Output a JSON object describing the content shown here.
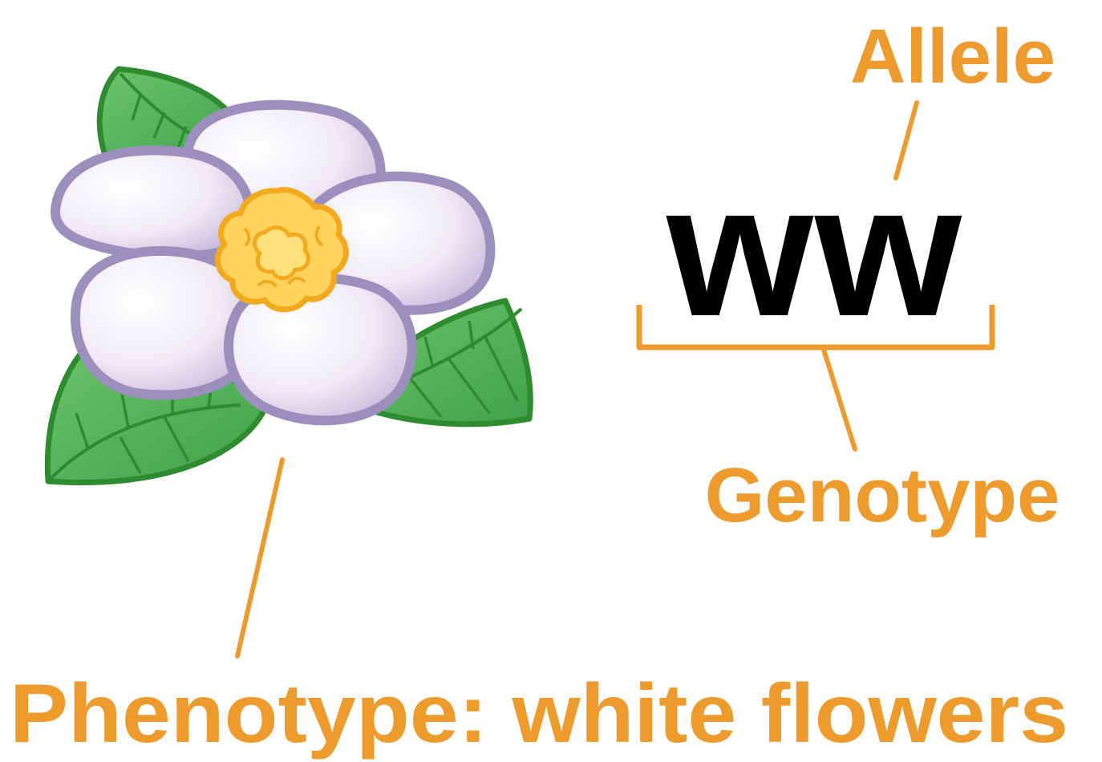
{
  "labels": {
    "allele": "Allele",
    "genotype_letters": "ww",
    "genotype": "Genotype",
    "phenotype": "Phenotype: white flowers"
  },
  "icons": {
    "flower": "white-flower-icon"
  },
  "colors": {
    "label": "#ee9b2e",
    "letters": "#000000",
    "petal_fill": "#efeaf4",
    "petal_shade": "#c8b9dc",
    "petal_outline": "#9b90bd",
    "center": "#ffd35c",
    "center_outline": "#f2a91e",
    "leaf": "#5cb85a",
    "leaf_outline": "#2e8b2e"
  }
}
